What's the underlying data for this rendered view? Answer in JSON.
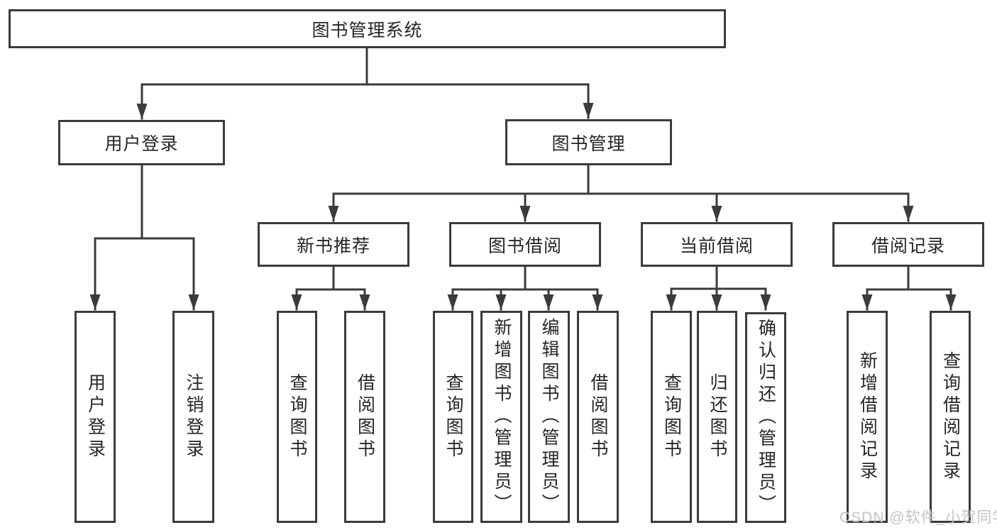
{
  "diagram": {
    "root": {
      "label": "图书管理系统"
    },
    "level2": [
      {
        "label": "用户登录"
      },
      {
        "label": "图书管理"
      }
    ],
    "level3": [
      {
        "label": "新书推荐"
      },
      {
        "label": "图书借阅"
      },
      {
        "label": "当前借阅"
      },
      {
        "label": "借阅记录"
      }
    ],
    "leaves": {
      "login": [
        "用户登录",
        "注销登录"
      ],
      "newbook": [
        "查询图书",
        "借阅图书"
      ],
      "borrow": [
        "查询图书",
        "新增图书（管理员）",
        "编辑图书（管理员）",
        "借阅图书"
      ],
      "current": [
        "查询图书",
        "归还图书",
        "确认归还（管理员）"
      ],
      "records": [
        "新增借阅记录",
        "查询借阅记录"
      ]
    }
  },
  "watermark": "CSDN @软件_小贺同学",
  "colors": {
    "line": "#3b3b3b",
    "text": "#262626",
    "watermark": "#c3c3c3",
    "background": "#ffffff"
  }
}
